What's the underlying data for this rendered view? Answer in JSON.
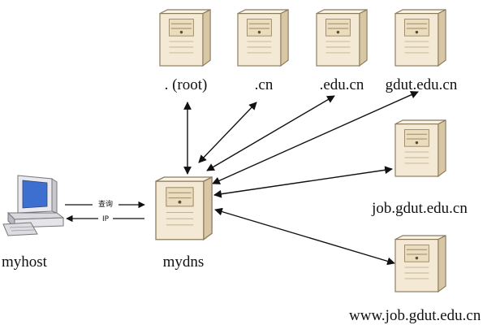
{
  "colors": {
    "server_front": "#f3e9d4",
    "server_side": "#d8c7a4",
    "server_top": "#faf4e6",
    "server_stroke": "#8a7a5c",
    "pc_body": "#e9e9ee",
    "pc_screen": "#3c6fd0",
    "arrow": "#111111"
  },
  "nodes": {
    "root": {
      "label": ". (root)",
      "icon": "server-icon"
    },
    "cn": {
      "label": ".cn",
      "icon": "server-icon"
    },
    "edu_cn": {
      "label": ".edu.cn",
      "icon": "server-icon"
    },
    "gdut": {
      "label": "gdut.edu.cn",
      "icon": "server-icon"
    },
    "job": {
      "label": "job.gdut.edu.cn",
      "icon": "server-icon"
    },
    "www_job": {
      "label": "www.job.gdut.edu.cn",
      "icon": "server-icon"
    },
    "mydns": {
      "label": "mydns",
      "icon": "server-icon"
    },
    "myhost": {
      "label": "myhost",
      "icon": "computer-icon"
    }
  },
  "edges": {
    "query": {
      "label": "查询",
      "from": "myhost",
      "to": "mydns"
    },
    "reply": {
      "label": "IP",
      "from": "mydns",
      "to": "myhost"
    },
    "links": [
      {
        "from": "mydns",
        "to": "root",
        "bidirectional": true
      },
      {
        "from": "mydns",
        "to": "cn",
        "bidirectional": true
      },
      {
        "from": "mydns",
        "to": "edu_cn",
        "bidirectional": true
      },
      {
        "from": "mydns",
        "to": "gdut",
        "bidirectional": true
      },
      {
        "from": "mydns",
        "to": "job",
        "bidirectional": true
      },
      {
        "from": "mydns",
        "to": "www_job",
        "bidirectional": true
      }
    ]
  }
}
